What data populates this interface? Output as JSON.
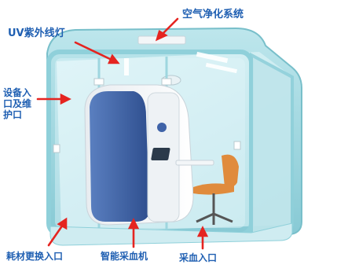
{
  "labels": {
    "air_purification": "空气净化系统",
    "uv_lamp": "UV紫外线灯",
    "equipment_entry": "设备入口及维护口",
    "consumables_entry": "耗材更换入口",
    "smart_sampler": "智能采血机",
    "blood_entry": "采血入口"
  },
  "colors": {
    "label_text": "#1f5fb2",
    "arrow": "#e52420",
    "frame": "#9ad5dd",
    "frame_dark": "#6fbcc8",
    "glass": "#cfeef2",
    "machine_body": "#f2f4f6",
    "machine_panel": "#3f63a8",
    "chair": "#e08b3c"
  }
}
